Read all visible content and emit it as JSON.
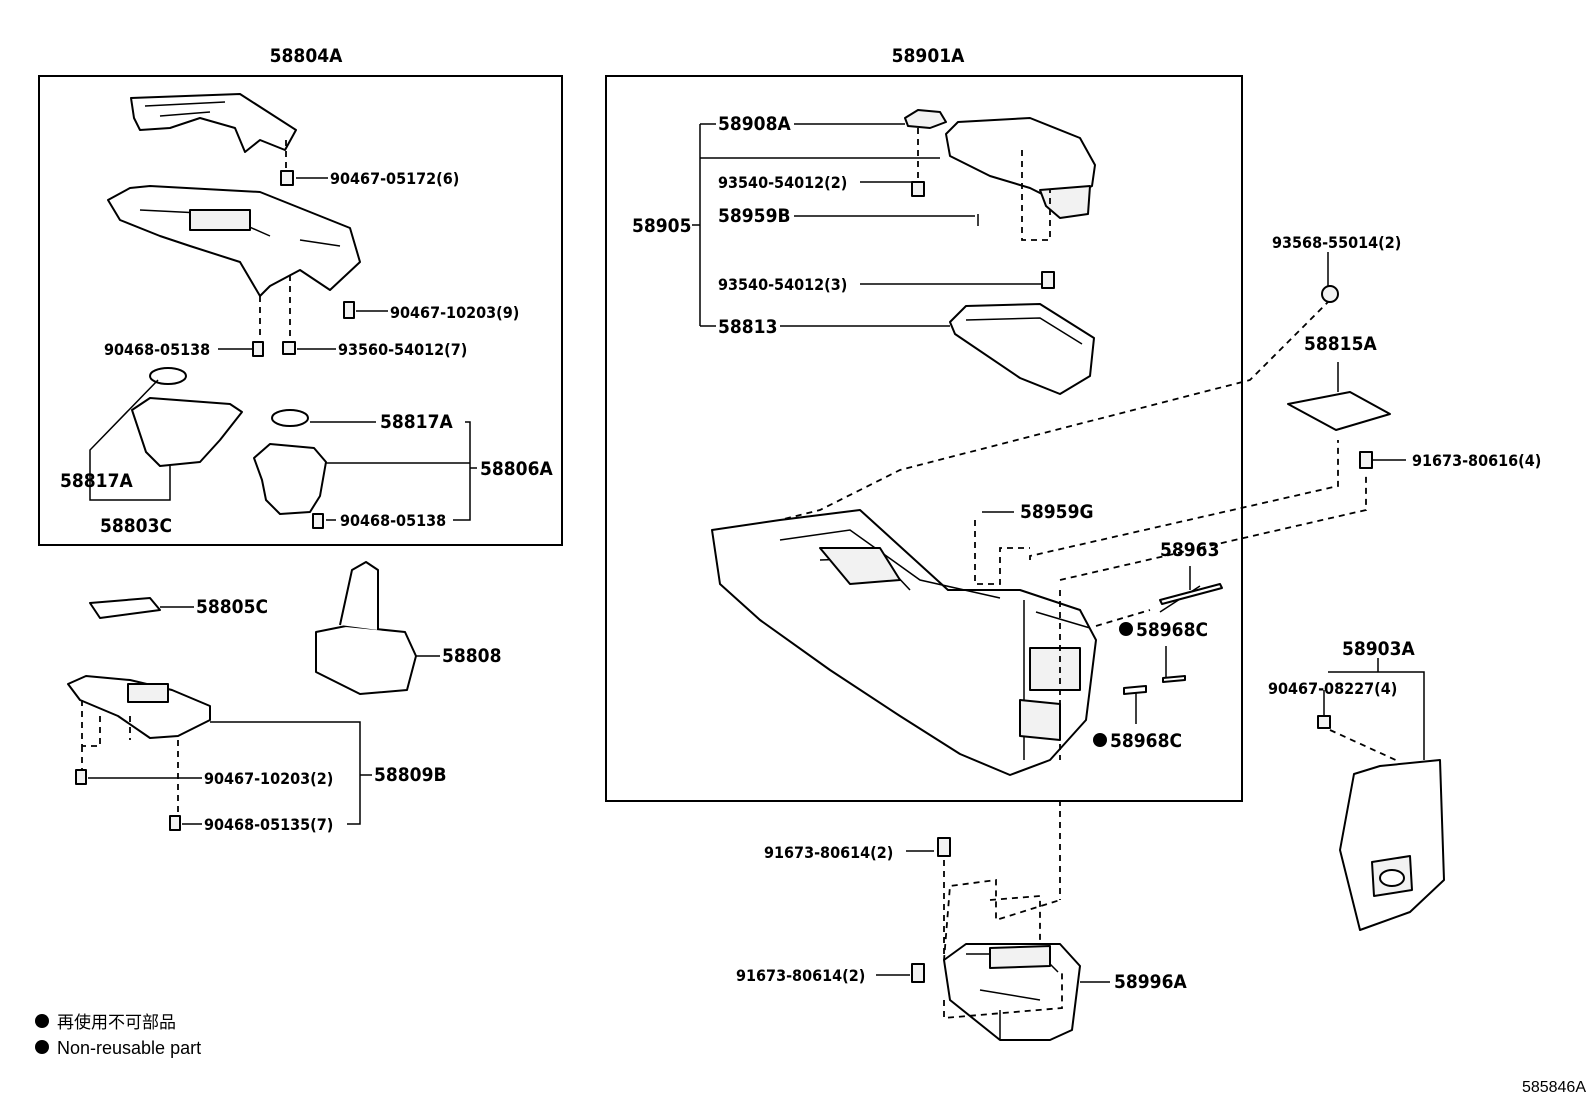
{
  "diagram_code": "585846A",
  "groups": {
    "g58804A": "58804A",
    "g58901A": "58901A"
  },
  "labels": {
    "p90467_05172": "90467-05172(6)",
    "p90467_10203_9": "90467-10203(9)",
    "p90468_05138_a": "90468-05138",
    "p93560_54012": "93560-54012(7)",
    "p58817A_a": "58817A",
    "p58817A_b": "58817A",
    "p58806A": "58806A",
    "p58803C": "58803C",
    "p90468_05138_b": "90468-05138",
    "p58805C": "58805C",
    "p58808": "58808",
    "p90467_10203_2": "90467-10203(2)",
    "p58809B": "58809B",
    "p90468_05135": "90468-05135(7)",
    "p58908A": "58908A",
    "p93540_54012_2": "93540-54012(2)",
    "p58905": "58905",
    "p58959B": "58959B",
    "p93540_54012_3": "93540-54012(3)",
    "p58813": "58813",
    "p93568_55014": "93568-55014(2)",
    "p58815A": "58815A",
    "p91673_80616": "91673-80616(4)",
    "p58959G": "58959G",
    "p58963": "58963",
    "p58968C_a": "58968C",
    "p58968C_b": "58968C",
    "p58903A": "58903A",
    "p90467_08227": "90467-08227(4)",
    "p91673_80614_a": "91673-80614(2)",
    "p91673_80614_b": "91673-80614(2)",
    "p58996A": "58996A"
  },
  "legend": {
    "japanese": "再使用不可部品",
    "english": "Non-reusable part"
  }
}
